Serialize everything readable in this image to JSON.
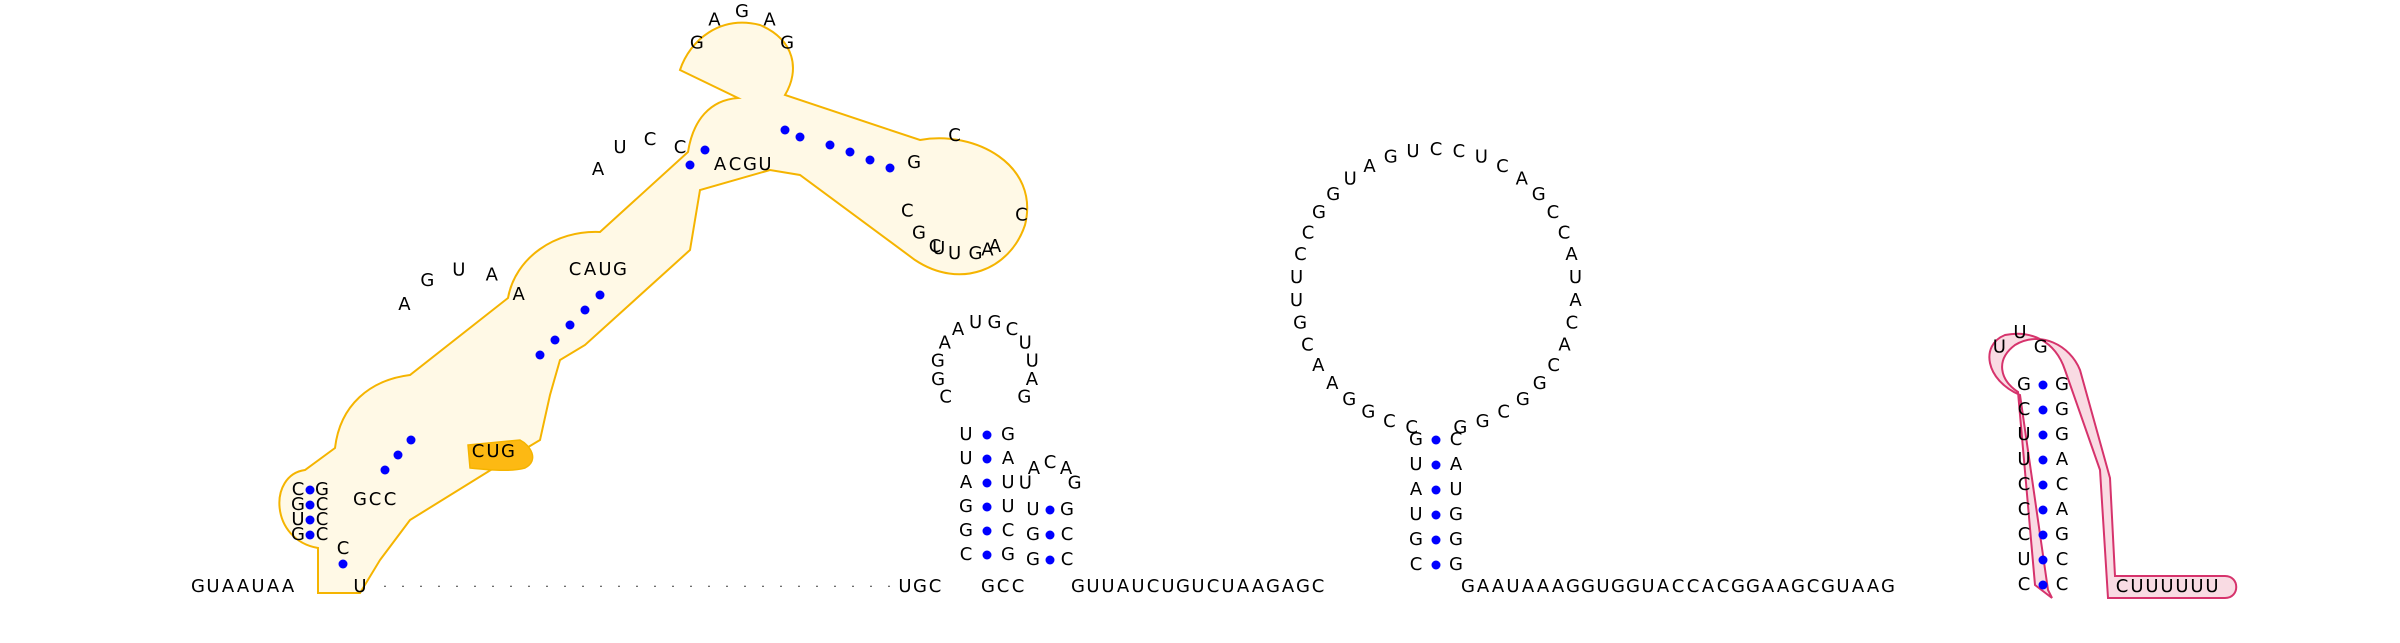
{
  "colors": {
    "nucleotide": "#000000",
    "base_pair_dot": "#0000ff",
    "highlight_orange_outline": "#f5b400",
    "highlight_orange_fill": "#fdb913",
    "highlight_pink_outline": "#d6336c",
    "highlight_pink_fill": "#f6c3d1"
  },
  "sequence": {
    "five_prime_leader": "GUAAUAA",
    "gap_marker": "·",
    "segment_after_gap": "UGC",
    "hairpin2_stem_pair": "GCC",
    "segment_mid": "GUUAUCUGUCUAAGAGC",
    "segment_after_big_loop": "GAAUAAAGGUGGUACCACGGAAGCGUAAG",
    "three_prime_tail": "CUUUUUU"
  },
  "structures": {
    "orange_domain_loops": [
      "GAGAG",
      "AGUAA",
      "CGCUAC",
      "AGUCG",
      "AUCC"
    ],
    "hairpin1_loop": "CGGAAUGCUUAG",
    "hairpin2_loop": "UACAG",
    "big_loop": "CCGGAACGUUCCGGUAGUCCUCAGCCAUACACGGCGG",
    "pink_hairpin_loop": "UUG"
  }
}
